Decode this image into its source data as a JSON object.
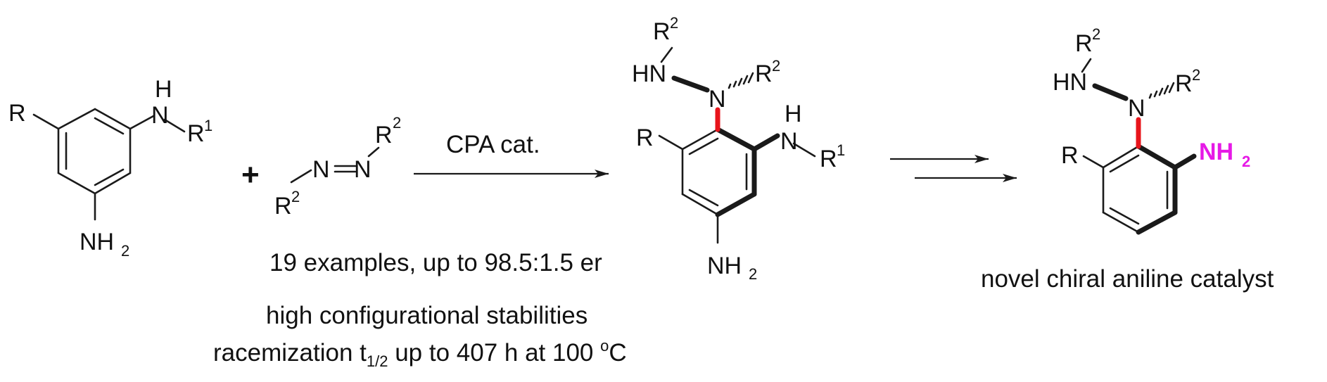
{
  "colors": {
    "ink": "#1a1a1a",
    "bond_highlight": "#e8141b",
    "nh2_highlight": "#e619e6"
  },
  "atoms": {
    "R": "R",
    "N": "N",
    "H": "H",
    "HN": "HN",
    "NH": "NH",
    "R_letter": "R",
    "sup1": "1",
    "sup2": "2",
    "sub2": "2"
  },
  "reagent": {
    "catalyst": "CPA cat."
  },
  "results": {
    "line1": "19 examples, up to 98.5:1.5 er",
    "line2": "high configurational stabilities",
    "line3_a": "racemization t",
    "line3_sub": "1/2",
    "line3_b": " up to 407 h at 100 ",
    "line3_deg": "o",
    "line3_c": "C"
  },
  "product_caption": "novel chiral aniline catalyst",
  "plus_sign": "+"
}
